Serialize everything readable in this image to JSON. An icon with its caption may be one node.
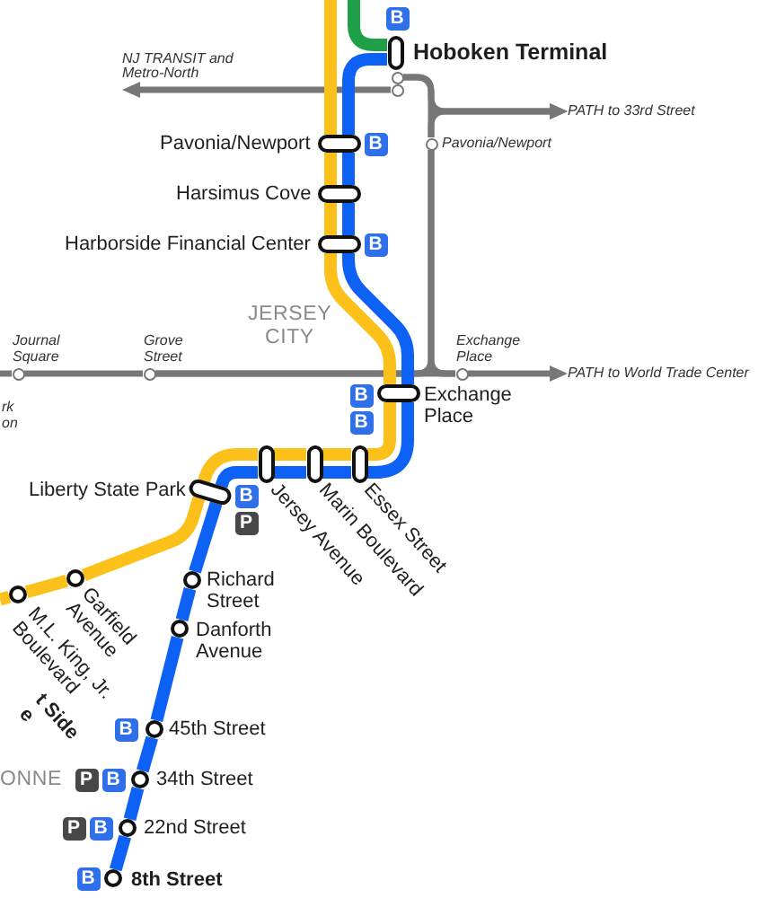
{
  "diagram": {
    "nodes": [
      {
        "text": [],
        "shape": "pill",
        "beside": [
          "B",
          "Hoboken Terminal"
        ]
      },
      {
        "text": [],
        "shape": "circle"
      },
      {
        "text": [],
        "shape": "circle"
      },
      {
        "text": [
          "NJ TRANSIT and Metro-North"
        ]
      },
      {
        "text": [
          "PATH to 33rd Street"
        ]
      },
      {
        "text": [],
        "shape": "pill",
        "beside": [
          "Pavonia/Newport",
          "B"
        ]
      },
      {
        "text": [],
        "shape": "circle",
        "beside": [
          "Pavonia/Newport"
        ]
      },
      {
        "text": [],
        "shape": "pill",
        "beside": [
          "Harsimus Cove"
        ]
      },
      {
        "text": [],
        "shape": "pill",
        "beside": [
          "Harborside Financial Center",
          "B"
        ]
      },
      {
        "text": [],
        "shape": "circle",
        "beside": [
          "Journal Square"
        ]
      },
      {
        "text": [],
        "shape": "circle",
        "beside": [
          "Grove Street"
        ]
      },
      {
        "text": [],
        "shape": "circle",
        "beside": [
          "Exchange Place"
        ]
      },
      {
        "text": [
          "PATH to World Trade Center"
        ]
      },
      {
        "text": [],
        "shape": "pill",
        "beside": [
          "B",
          "B",
          "Exchange Place"
        ]
      },
      {
        "text": [],
        "shape": "pill",
        "beside": [
          "Essex Street"
        ]
      },
      {
        "text": [],
        "shape": "pill",
        "beside": [
          "Marin Boulevard"
        ]
      },
      {
        "text": [],
        "shape": "pill",
        "beside": [
          "Jersey Avenue"
        ]
      },
      {
        "text": [],
        "shape": "pill",
        "beside": [
          "Liberty State Park",
          "B",
          "P"
        ]
      },
      {
        "text": [],
        "shape": "circle",
        "beside": [
          "Garfield Avenue"
        ]
      },
      {
        "text": [],
        "shape": "circle",
        "beside": [
          "M.L. King, Jr. Boulevard"
        ]
      },
      {
        "text": [],
        "shape": "circle",
        "beside": [
          "Richard Street"
        ]
      },
      {
        "text": [],
        "shape": "circle",
        "beside": [
          "Danforth Avenue"
        ]
      },
      {
        "text": [],
        "shape": "circle",
        "beside": [
          "B",
          "45th Street"
        ]
      },
      {
        "text": [],
        "shape": "circle",
        "beside": [
          "P",
          "B",
          "34th Street"
        ]
      },
      {
        "text": [],
        "shape": "circle",
        "beside": [
          "P",
          "B",
          "22nd Street"
        ]
      },
      {
        "text": [],
        "shape": "circle",
        "beside": [
          "B",
          "8th Street"
        ]
      }
    ],
    "edges": [
      {
        "from": null,
        "to": 9,
        "arrow": "none",
        "color": "#777777"
      },
      {
        "from": 9,
        "to": 10,
        "arrow": "none",
        "color": "#777777"
      },
      {
        "from": 10,
        "to": 11,
        "arrow": "none",
        "color": "#777777"
      },
      {
        "from": 11,
        "to": 12,
        "arrow": "to",
        "color": "#777777"
      },
      {
        "from": 1,
        "to": 6,
        "arrow": "none",
        "color": "#777777"
      },
      {
        "from": 1,
        "to": 4,
        "arrow": "to",
        "color": "#777777"
      },
      {
        "from": 6,
        "to": 4,
        "arrow": "to",
        "color": "#777777"
      },
      {
        "from": 6,
        "to": 10,
        "arrow": "none",
        "color": "#777777"
      },
      {
        "from": 6,
        "to": 11,
        "arrow": "none",
        "color": "#777777"
      },
      {
        "from": 2,
        "to": 3,
        "arrow": "to",
        "color": "#777777"
      },
      {
        "from": null,
        "to": 0,
        "arrow": "none",
        "color": "#1e9f48"
      },
      {
        "from": null,
        "to": 5,
        "arrow": "none",
        "color": "#fcc01a"
      },
      {
        "from": 5,
        "to": 7,
        "arrow": "none",
        "color": "#fcc01a"
      },
      {
        "from": 7,
        "to": 8,
        "arrow": "none",
        "color": "#fcc01a"
      },
      {
        "from": 8,
        "to": 13,
        "arrow": "none",
        "color": "#fcc01a"
      },
      {
        "from": 13,
        "to": 14,
        "arrow": "none",
        "color": "#fcc01a"
      },
      {
        "from": 14,
        "to": 15,
        "arrow": "none",
        "color": "#fcc01a"
      },
      {
        "from": 15,
        "to": 16,
        "arrow": "none",
        "color": "#fcc01a"
      },
      {
        "from": 16,
        "to": 17,
        "arrow": "none",
        "color": "#fcc01a"
      },
      {
        "from": 17,
        "to": 18,
        "arrow": "none",
        "color": "#fcc01a"
      },
      {
        "from": 18,
        "to": 19,
        "arrow": "none",
        "color": "#fcc01a"
      },
      {
        "from": 19,
        "to": null,
        "arrow": "none",
        "color": "#fcc01a"
      },
      {
        "from": 0,
        "to": 5,
        "arrow": "none"
      },
      {
        "from": 5,
        "to": 7,
        "arrow": "none"
      },
      {
        "from": 7,
        "to": 8,
        "arrow": "none"
      },
      {
        "from": 8,
        "to": 13,
        "arrow": "none"
      },
      {
        "from": 13,
        "to": 14,
        "arrow": "none"
      },
      {
        "from": 14,
        "to": 15,
        "arrow": "none"
      },
      {
        "from": 15,
        "to": 16,
        "arrow": "none"
      },
      {
        "from": 16,
        "to": 17,
        "arrow": "none"
      },
      {
        "from": 17,
        "to": 20,
        "arrow": "none"
      },
      {
        "from": 20,
        "to": 21,
        "arrow": "none"
      },
      {
        "from": 21,
        "to": 22,
        "arrow": "none"
      },
      {
        "from": 22,
        "to": 23,
        "arrow": "none"
      },
      {
        "from": 23,
        "to": 24,
        "arrow": "none"
      },
      {
        "from": 24,
        "to": 25,
        "arrow": "none"
      }
    ],
    "labels": [
      "JERSEY CITY",
      "rk on",
      "t Side e",
      "ONNE"
    ]
  }
}
